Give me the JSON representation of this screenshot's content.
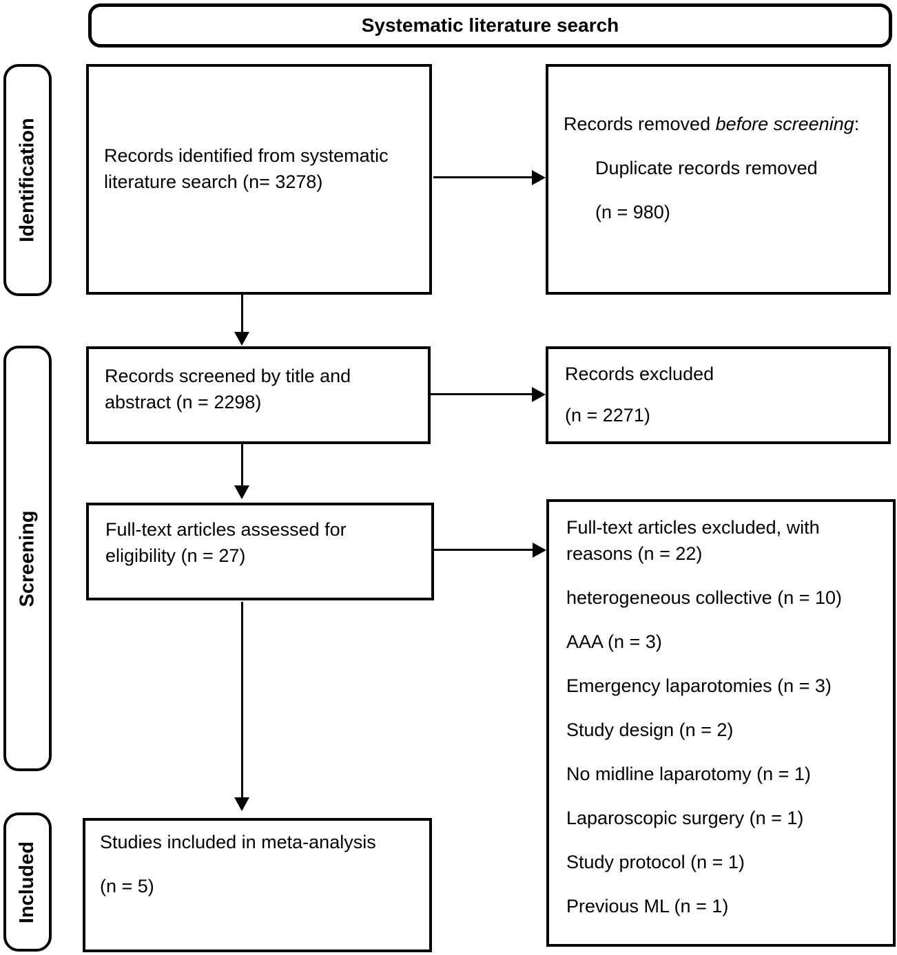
{
  "header": {
    "title": "Systematic literature search"
  },
  "stages": {
    "identification": "Identification",
    "screening": "Screening",
    "included": "Included"
  },
  "boxes": {
    "identified": {
      "lines": [
        "Records identified from systematic",
        "literature search (n= 3278)"
      ]
    },
    "removed_before_screening": {
      "title_prefix": "Records removed ",
      "title_italic": "before screening",
      "title_suffix": ":",
      "items": [
        "Duplicate records removed",
        "(n = 980)"
      ]
    },
    "screened": {
      "lines": [
        "Records screened by title and",
        "abstract (n = 2298)"
      ]
    },
    "records_excluded": {
      "lines": [
        "Records excluded",
        "(n = 2271)"
      ]
    },
    "fulltext_assessed": {
      "lines": [
        "Full-text articles assessed for",
        "eligibility (n = 27)"
      ]
    },
    "fulltext_excluded": {
      "title_lines": [
        "Full-text articles excluded, with",
        "reasons (n = 22)"
      ],
      "items": [
        "heterogeneous collective (n = 10)",
        "AAA (n = 3)",
        "Emergency laparotomies (n = 3)",
        "Study design (n = 2)",
        "No midline laparotomy (n = 1)",
        "Laparoscopic surgery (n = 1)",
        "Study protocol (n = 1)",
        "Previous ML (n = 1)"
      ]
    },
    "included_studies": {
      "lines": [
        "Studies included in meta-analysis",
        "(n = 5)"
      ]
    }
  },
  "colors": {
    "line": "#000000",
    "background": "#ffffff"
  }
}
